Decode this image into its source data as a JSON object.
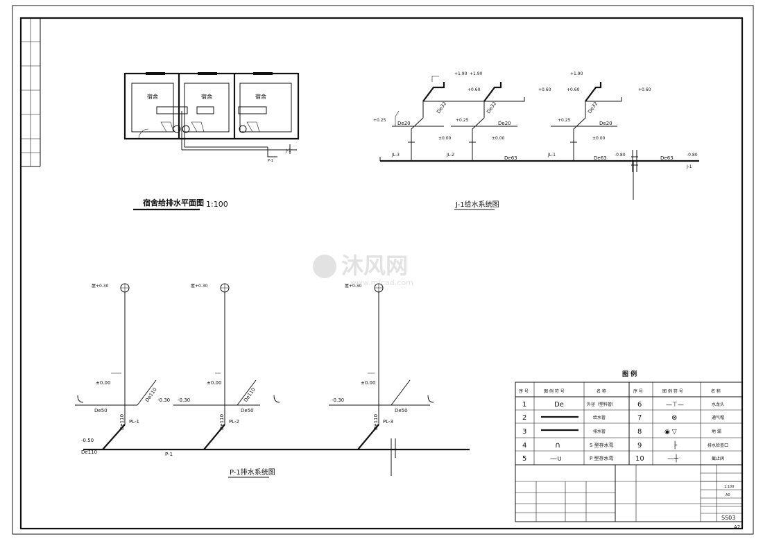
{
  "plan": {
    "rooms": [
      "宿舍",
      "宿舍",
      "宿舍"
    ],
    "title": "宿舍给排水平面图",
    "scale": "1:100",
    "tag_j1": "J-1",
    "tag_p1": "P-1"
  },
  "supply": {
    "title": "J-1给水系统图",
    "elev": {
      "a": "+1.90",
      "b": "+1.90",
      "c": "+1.90",
      "d1": "+0.60",
      "d2": "+0.60",
      "d3": "+0.60",
      "d4": "+0.60",
      "e1": "+0.25",
      "e2": "+0.25",
      "e3": "+0.25",
      "f1": "±0.00",
      "f2": "±0.00",
      "f3": "±0.00",
      "g1": "-0.80",
      "g2": "-0.80"
    },
    "pipes": {
      "de32a": "De32",
      "de32b": "De32",
      "de32c": "De32",
      "de20a": "De20",
      "de20b": "De20",
      "de20c": "De20",
      "de63a": "De63",
      "de63b": "De63",
      "de63c": "De63"
    },
    "risers": [
      "JL-3",
      "JL-2",
      "JL-1"
    ],
    "tag_j1": "J-1"
  },
  "drain": {
    "title": "P-1排水系统图",
    "elev": {
      "vent1": "屋+0.30",
      "vent2": "屋+0.30",
      "vent3": "屋+0.30",
      "z1": "±0.00",
      "z2": "±0.00",
      "z3": "±0.00",
      "m1": "-0.30",
      "m2": "-0.30",
      "m3": "-0.30",
      "out": "-0.50"
    },
    "pipes": {
      "de50a": "De50",
      "de50b": "De50",
      "de50c": "De50",
      "de110a": "De110",
      "de110b": "De110",
      "de110c": "De110",
      "de110d": "De110",
      "de110e": "De110",
      "de110out": "De110"
    },
    "risers": [
      "PL-1",
      "PL-2",
      "PL-3"
    ],
    "main": "P-1"
  },
  "watermark": {
    "text": "沐风网",
    "url": "www.mfcad.com"
  },
  "legend": {
    "title": "图 例",
    "headers": [
      "序 号",
      "图 例 符 号",
      "名 称",
      "序 号",
      "图 例 符 号",
      "名 称"
    ],
    "rows": [
      {
        "n1": "1",
        "s1": "De",
        "name1": "外径（塑料管）",
        "n2": "6",
        "s2": "—⊤—",
        "name2": "水龙头"
      },
      {
        "n1": "2",
        "s1": "",
        "name1": "给水管",
        "n2": "7",
        "s2": "⊗",
        "name2": "通气帽"
      },
      {
        "n1": "3",
        "s1": "",
        "name1": "排水管",
        "n2": "8",
        "s2": "◉ ▽",
        "name2": "地 漏"
      },
      {
        "n1": "4",
        "s1": "∩",
        "name1": "S 型存水弯",
        "n2": "9",
        "s2": "├",
        "name2": "排水检查口"
      },
      {
        "n1": "5",
        "s1": "—∪",
        "name1": "P 型存水弯",
        "n2": "10",
        "s2": "—┼",
        "name2": "截止阀"
      }
    ]
  },
  "titleblock": {
    "scale": "1:100",
    "size": "A0",
    "sheet": "SS03",
    "paper": "A2"
  }
}
